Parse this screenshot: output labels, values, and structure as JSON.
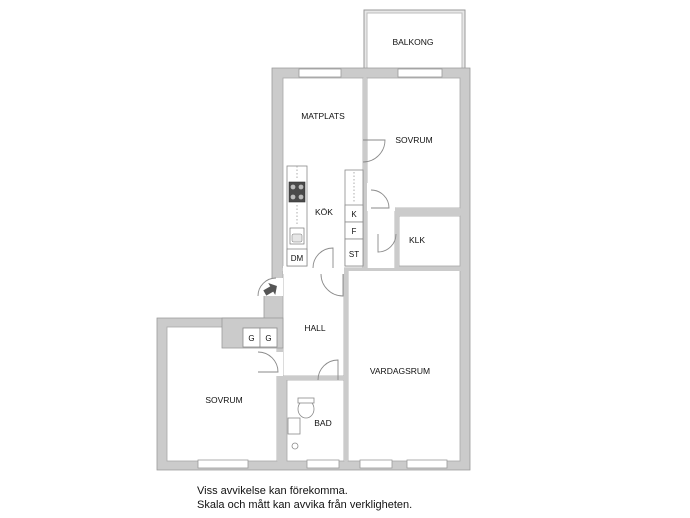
{
  "rooms": {
    "balkong": "BALKONG",
    "matplats": "MATPLATS",
    "sovrum_top": "SOVRUM",
    "kok": "KÖK",
    "klk": "KLK",
    "hall": "HALL",
    "vardagsrum": "VARDAGSRUM",
    "sovrum_bottom": "SOVRUM",
    "bad": "BAD"
  },
  "fixtures": {
    "k": "K",
    "f": "F",
    "st": "ST",
    "dm": "DM",
    "g1": "G",
    "g2": "G"
  },
  "disclaimer": {
    "line1": "Viss avvikelse kan förekomma.",
    "line2": "Skala och mått kan avvika från verkligheten."
  },
  "colors": {
    "wall": "#cbcbcb",
    "floor": "#ffffff",
    "line": "#9a9a9a"
  }
}
